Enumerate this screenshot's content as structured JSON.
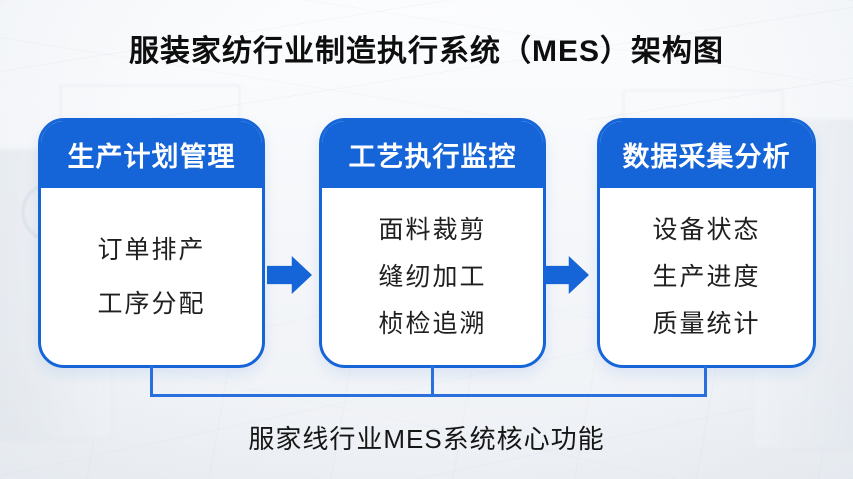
{
  "title": "服装家纺行业制造执行系统（MES）架构图",
  "caption": "服家线行业MES系统核心功能",
  "colors": {
    "accent": "#1565d8",
    "header_text": "#ffffff",
    "title_text": "#0e0e0e",
    "body_text": "#1f1f1f",
    "background": "#f3f5f8"
  },
  "icons": {
    "flow_arrow": "right-block-arrow"
  },
  "cards": [
    {
      "header": "生产计划管理",
      "items": [
        "订单排产",
        "工序分配"
      ]
    },
    {
      "header": "工艺执行监控",
      "items": [
        "面料裁剪",
        "缝纫加工",
        "桢检追溯"
      ]
    },
    {
      "header": "数据采集分析",
      "items": [
        "设备状态",
        "生产进度",
        "质量统计"
      ]
    }
  ]
}
